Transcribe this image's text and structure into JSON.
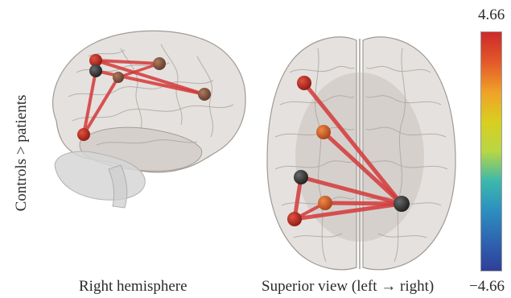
{
  "captions": {
    "left_view": "Right hemisphere",
    "right_view": "Superior view (left → right)"
  },
  "side_label": "Controls > patients",
  "colorbar": {
    "max": "4.66",
    "min": "−4.66",
    "stops": [
      "#cc2a2a",
      "#e4582a",
      "#efa128",
      "#d9cf1e",
      "#b8d645",
      "#3cb8ad",
      "#2d8ec0",
      "#2e65b0",
      "#2f3f99"
    ]
  },
  "colors": {
    "edge": "#d43838",
    "brain_fill": "#c9c3bd",
    "brain_stroke": "#aaa59f",
    "node_dark": "#2a2a2a",
    "node_red": "#c42a1f",
    "node_orange": "#dd6424",
    "node_brown": "#8e5a42"
  }
}
